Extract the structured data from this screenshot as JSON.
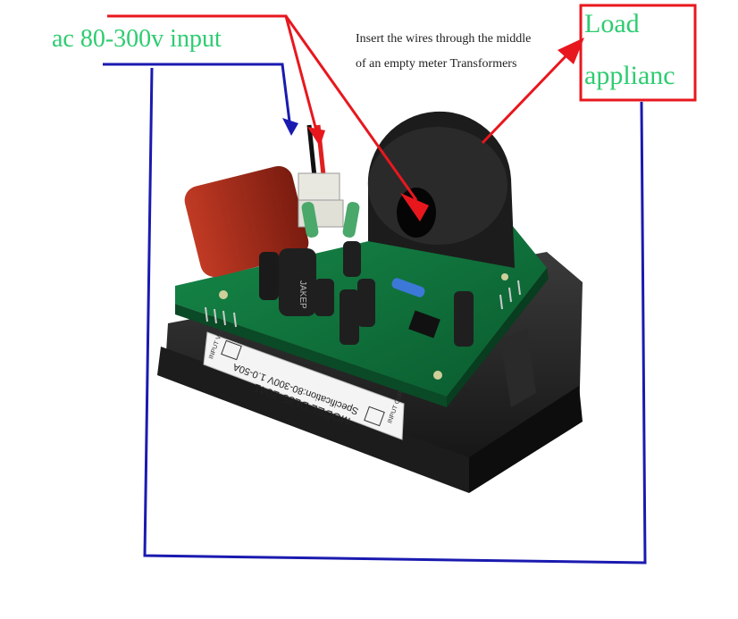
{
  "annotations": {
    "input_label": "ac 80-300v input",
    "note_line1": "Insert the wires through the middle",
    "note_line2": "of an empty meter Transformers",
    "load_line1": "Load",
    "load_line2": "applianc"
  },
  "module": {
    "model_label": "MODEL DL85-2041",
    "spec_label": "Specification:80-300V 1.0-50A",
    "input_voltage_label": "INPUT VOLTAGE",
    "input_current_label": "INPUT CURRENT",
    "capacitor_label": "JAKEP"
  },
  "colors": {
    "arrow_red": "#e8171e",
    "wire_blue": "#1a1ab0",
    "label_green": "#2ecc71",
    "pcb_green": "#0f6e3a",
    "cap_red": "#9c2a1a"
  }
}
